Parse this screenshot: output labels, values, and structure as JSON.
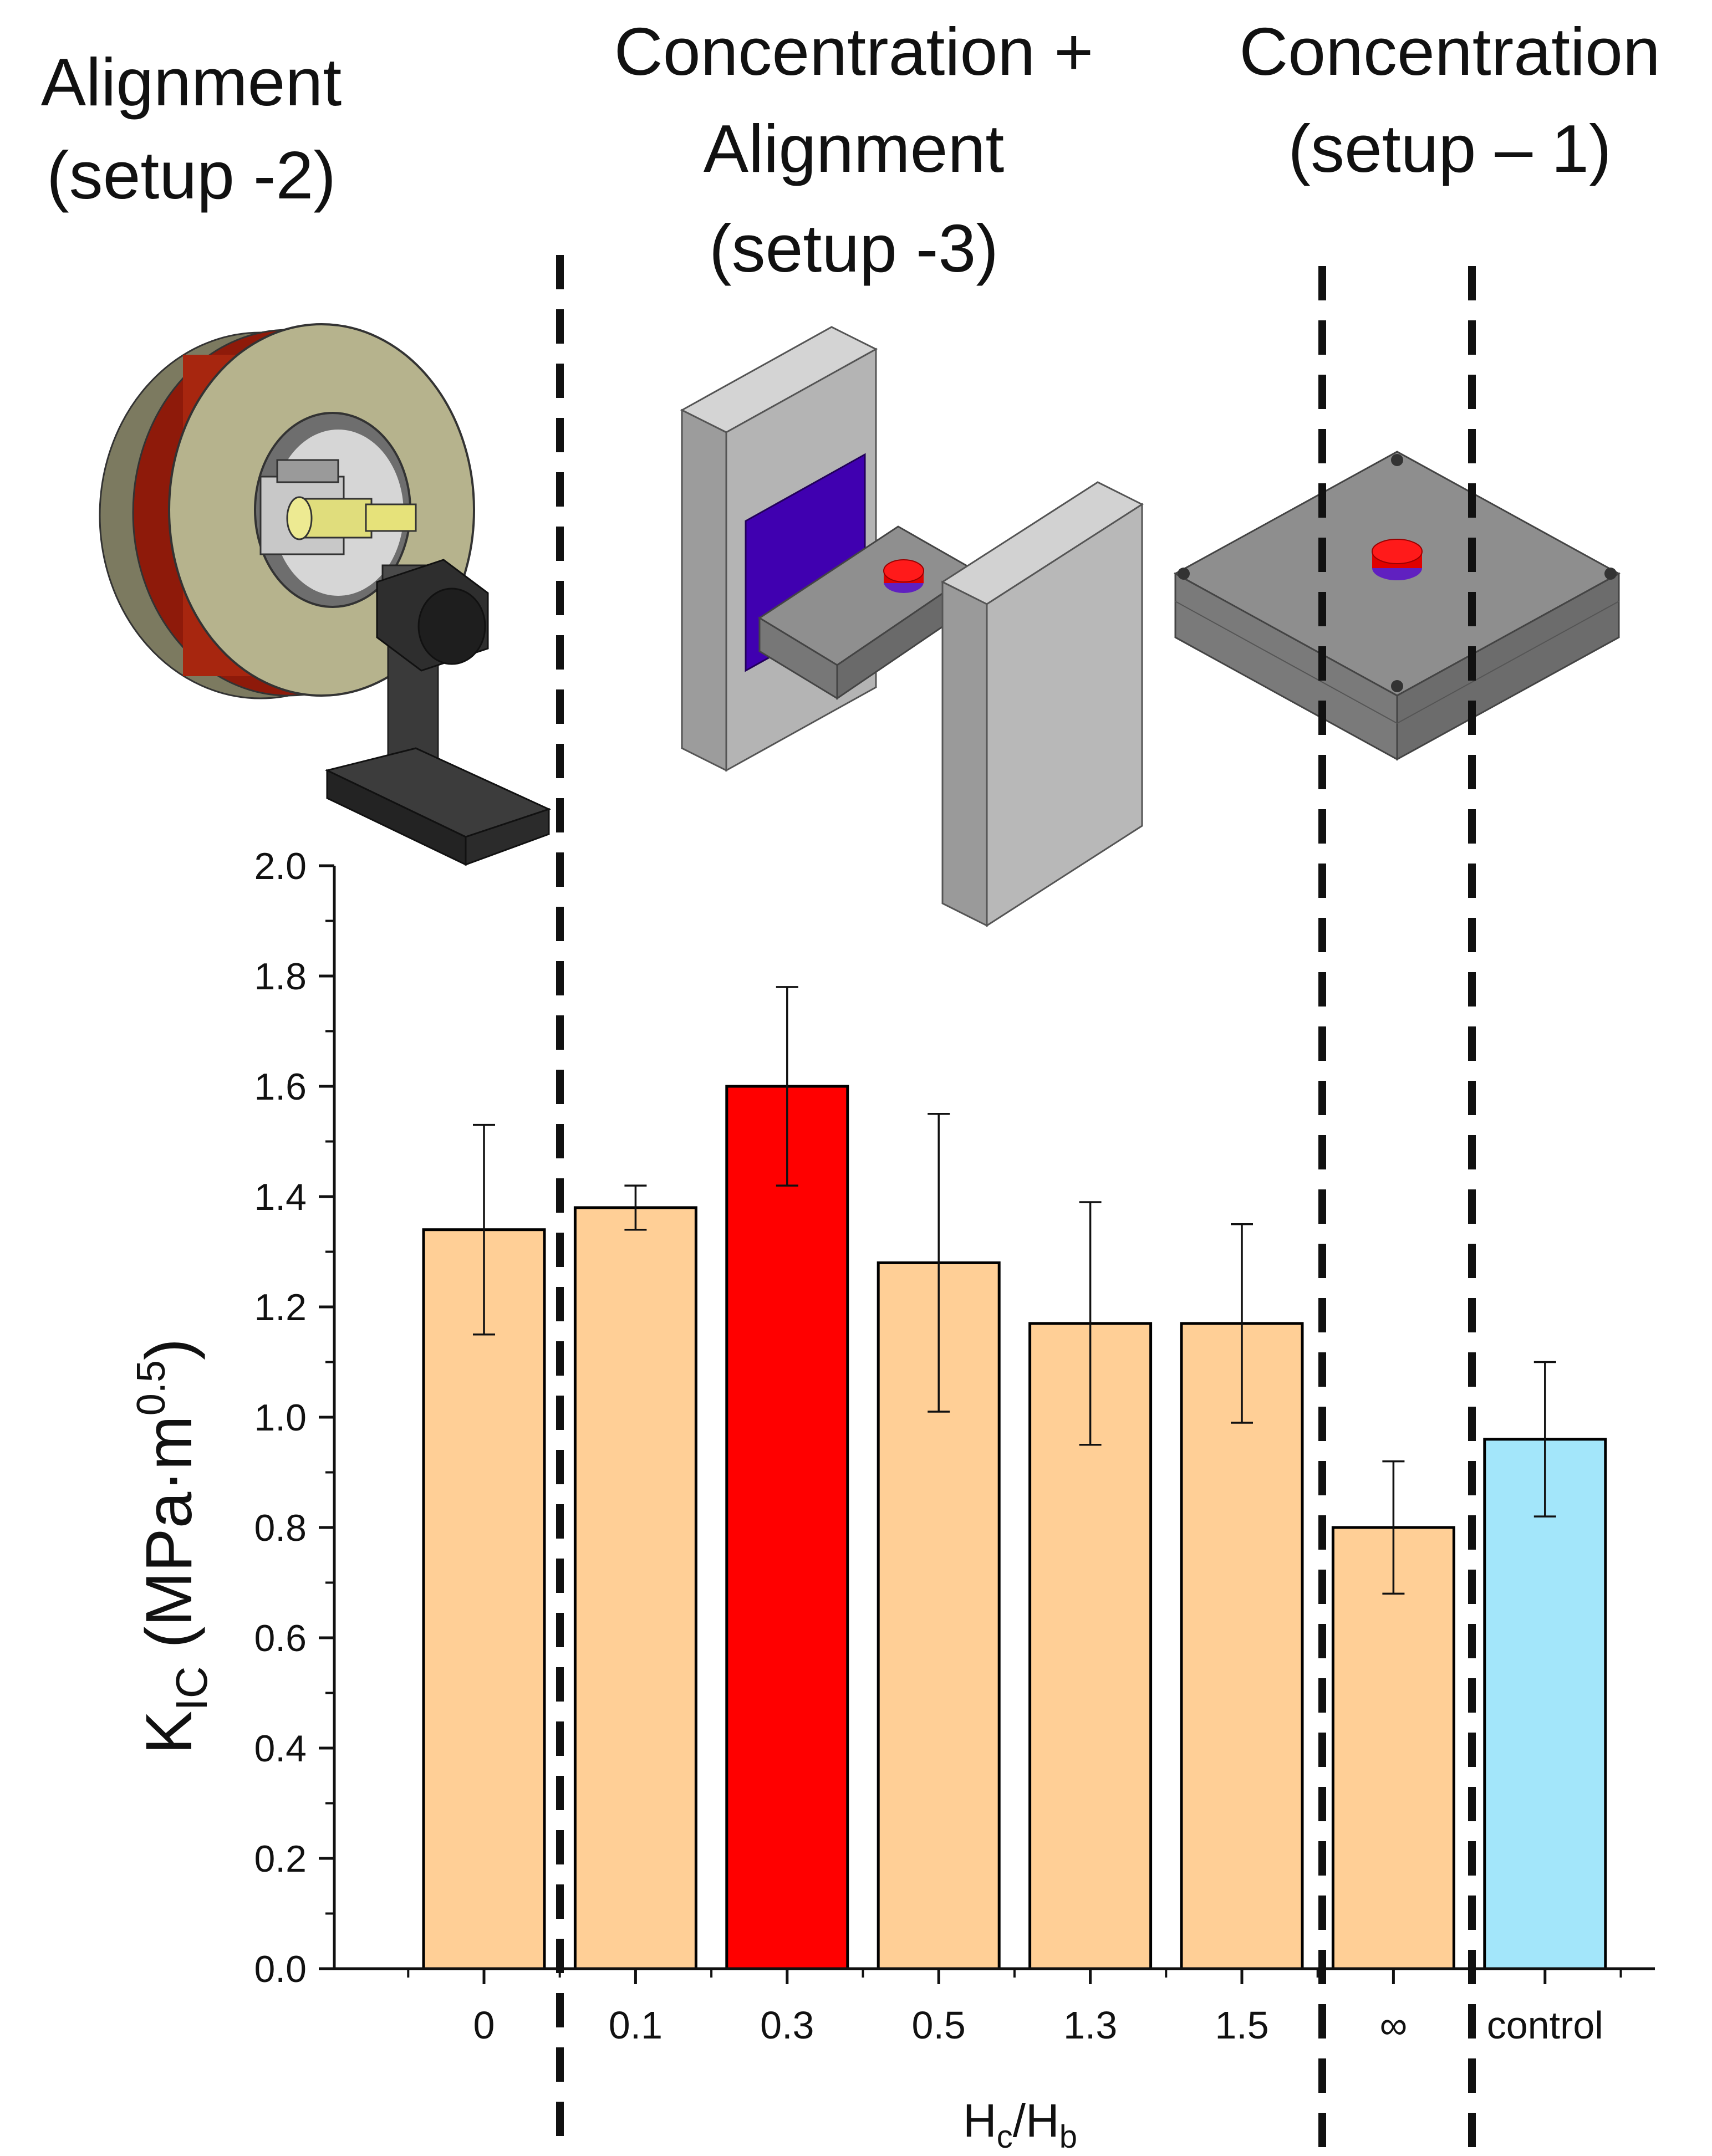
{
  "header_labels": {
    "alignment": {
      "line1": "Alignment",
      "line2": "(setup -2)"
    },
    "combined": {
      "line1": "Concentration +",
      "line2": "Alignment",
      "line3": "(setup -3)"
    },
    "concentration": {
      "line1": "Concentration",
      "line2": "(setup – 1)"
    }
  },
  "illustrations": {
    "setup2": "coil-magnet-aligner-icon",
    "setup3": "twin-plate-magnet-mold-icon",
    "setup1": "single-plate-mold-icon"
  },
  "colors": {
    "bar_default": "#FFCF96",
    "bar_highlight": "#FF0000",
    "bar_control": "#A3E6FA",
    "bar_stroke": "#000000"
  },
  "chart_data": {
    "type": "bar",
    "title": "",
    "xlabel": {
      "base1": "H",
      "sub1": "c",
      "sep": "/",
      "base2": "H",
      "sub2": "b"
    },
    "ylabel": {
      "base": "K",
      "sub": "IC",
      "rest": " (MPa·m",
      "sup": "0.5",
      "close": ")"
    },
    "ylim": [
      0,
      2.0
    ],
    "yticks": [
      "0.0",
      "0.2",
      "0.4",
      "0.6",
      "0.8",
      "1.0",
      "1.2",
      "1.4",
      "1.6",
      "1.8",
      "2.0"
    ],
    "categories": [
      "0",
      "0.1",
      "0.3",
      "0.5",
      "1.3",
      "1.5",
      "∞",
      "control"
    ],
    "values": [
      1.34,
      1.38,
      1.6,
      1.28,
      1.17,
      1.17,
      0.8,
      0.96
    ],
    "errors": [
      0.19,
      0.04,
      0.18,
      0.27,
      0.22,
      0.18,
      0.12,
      0.14
    ],
    "grid": false,
    "groups": [
      {
        "label": "Alignment (setup -2)",
        "categories": [
          "0"
        ]
      },
      {
        "label": "Concentration + Alignment (setup -3)",
        "categories": [
          "0.1",
          "0.3",
          "0.5",
          "1.3",
          "1.5"
        ]
      },
      {
        "label": "Concentration (setup – 1)",
        "categories": [
          "∞"
        ]
      },
      {
        "label": "control",
        "categories": [
          "control"
        ]
      }
    ]
  }
}
